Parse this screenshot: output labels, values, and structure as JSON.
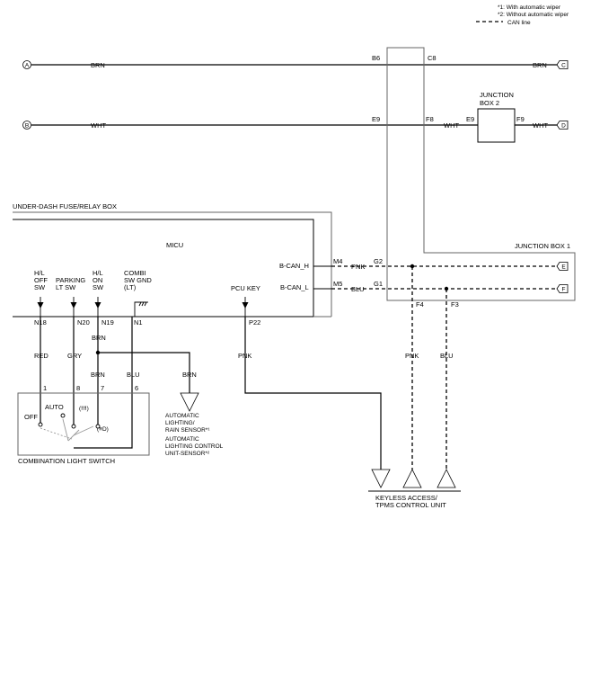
{
  "legend": {
    "note1": "*1: With automatic wiper",
    "note2": "*2: Without automatic wiper",
    "can_line": "CAN line"
  },
  "connectors": {
    "a": "A",
    "b": "B",
    "c": "C",
    "d": "D",
    "e": "E",
    "f": "F"
  },
  "wires": {
    "brn": "BRN",
    "wht": "WHT",
    "pnk": "PNK",
    "blu": "BLU",
    "red": "RED",
    "gry": "GRY"
  },
  "terminals": {
    "b6": "B6",
    "c8": "C8",
    "e9": "E9",
    "f8": "F8",
    "f9": "F9",
    "g2": "G2",
    "g1": "G1",
    "f4": "F4",
    "f3": "F3",
    "m4": "M4",
    "m5": "M5",
    "n18": "N18",
    "n20": "N20",
    "n19": "N19",
    "n1": "N1",
    "p22": "P22",
    "p1": "1",
    "p8": "8",
    "p7": "7",
    "p6": "6"
  },
  "components": {
    "junction_box_2": [
      "JUNCTION",
      "BOX 2"
    ],
    "junction_box_1": "JUNCTION BOX 1",
    "fuse_box": "UNDER-DASH FUSE/RELAY BOX",
    "micu": "MICU",
    "b_can_h": "B-CAN_H",
    "b_can_l": "B-CAN_L",
    "hl_off": [
      "H/L",
      "OFF",
      "SW"
    ],
    "parking": [
      "PARKING",
      "LT SW"
    ],
    "hl_on": [
      "H/L",
      "ON",
      "SW"
    ],
    "combi_gnd": [
      "COMBI",
      "SW GND",
      "(LT)"
    ],
    "pcu_key": "PCU KEY",
    "switch_name": "COMBINATION LIGHT SWITCH",
    "off": "OFF",
    "auto": "AUTO",
    "small_icon": "(‼‼)",
    "head_icon": "(≡D)",
    "sensor1": [
      "AUTOMATIC",
      "LIGHTING/",
      "RAIN SENSOR*¹"
    ],
    "sensor2": [
      "AUTOMATIC",
      "LIGHTING CONTROL",
      "UNIT-SENSOR*²"
    ],
    "keyless": [
      "KEYLESS ACCESS/",
      "TPMS CONTROL UNIT"
    ]
  }
}
